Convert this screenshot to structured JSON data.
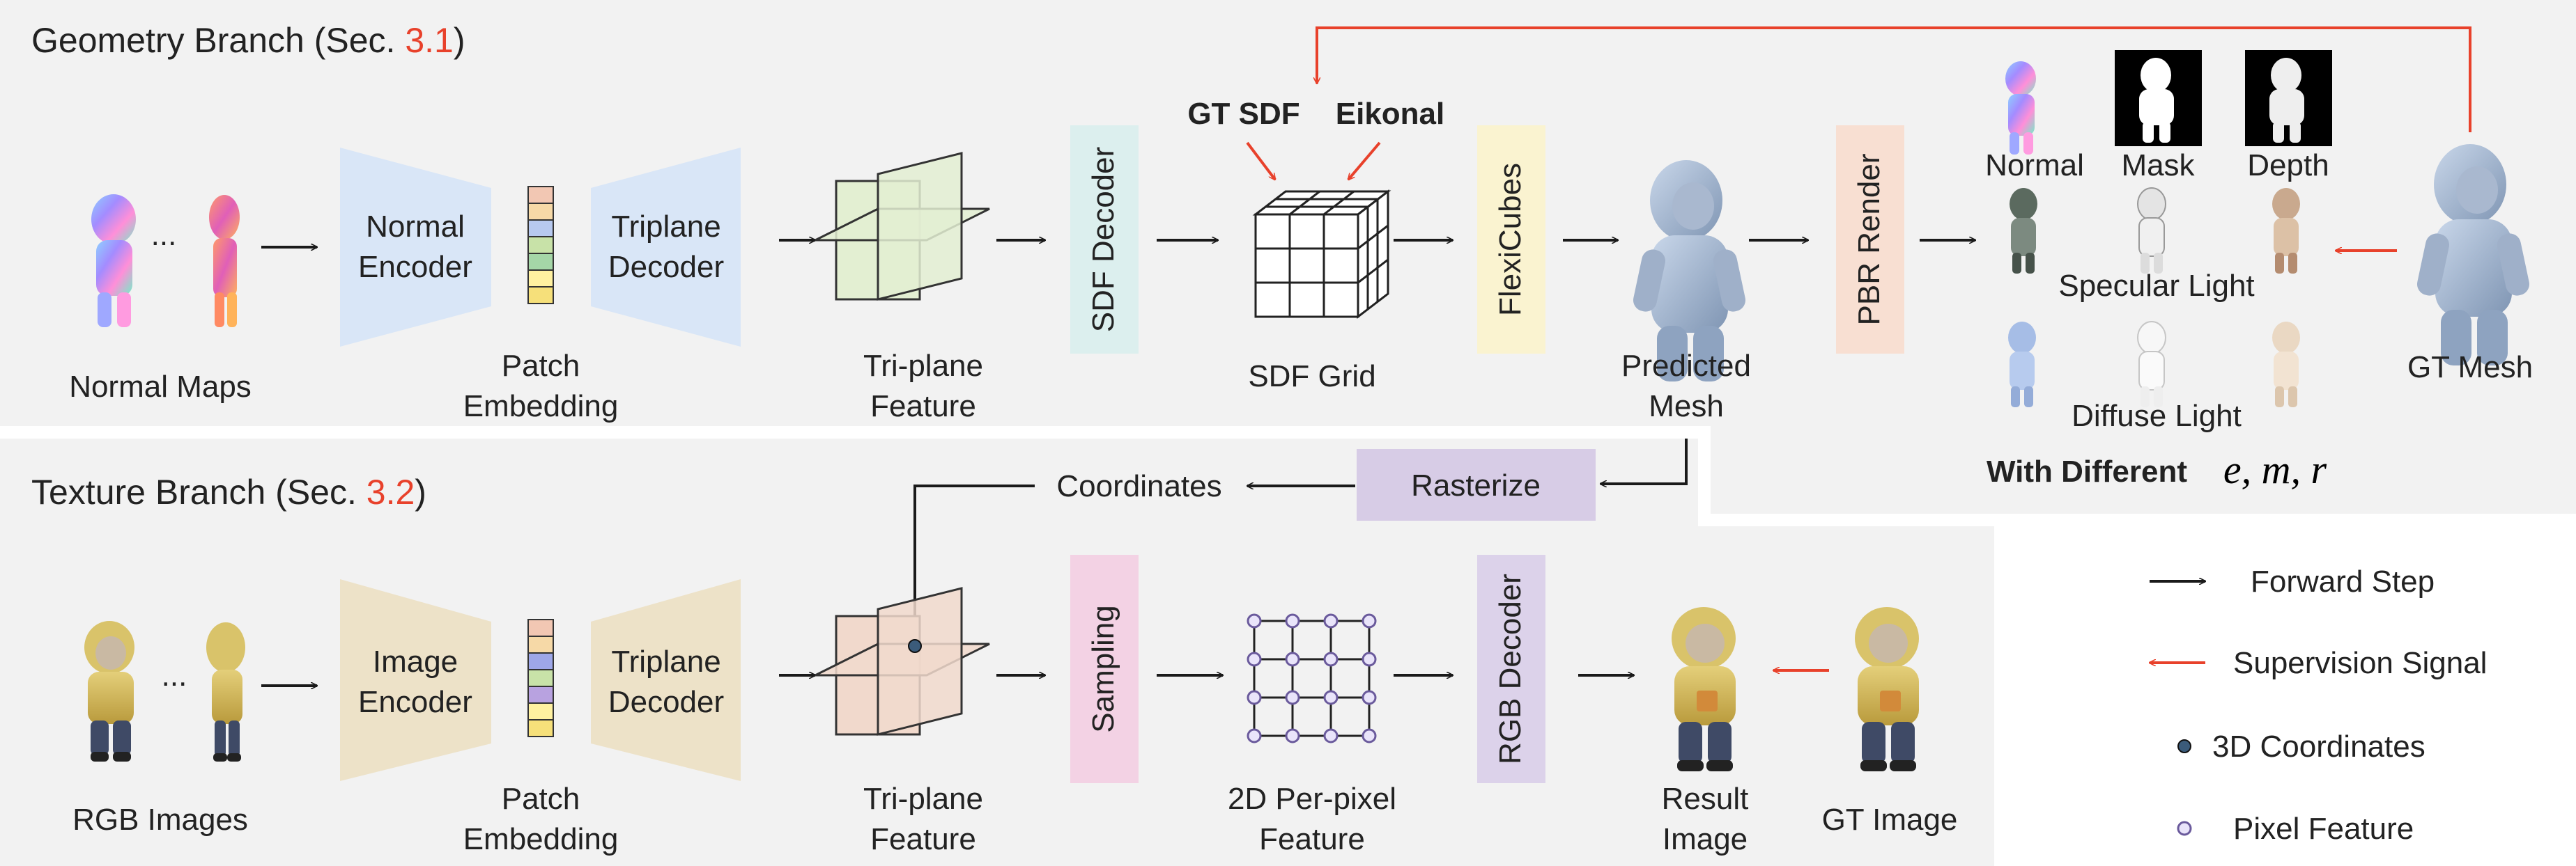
{
  "colors": {
    "panel": "#f2f2f2",
    "forward": "#1a1a1a",
    "supervision": "#e8412b",
    "normal_encoder": "#d9e6f7",
    "image_encoder": "#ede2c8",
    "triplane_geo": "#e3efd2",
    "triplane_tex": "#f1d9cc",
    "sdf_decoder": "#dcefee",
    "flexicubes": "#faf3d0",
    "pbr_render": "#f8dfd2",
    "rasterize": "#d7cce6",
    "sampling": "#f3d2e4",
    "rgb_decoder": "#dcd2ea",
    "ref_red": "#e8412b"
  },
  "geometry": {
    "title": "Geometry Branch (Sec. ",
    "title_ref": "3.1",
    "title_end": ")",
    "input_ellipsis": "...",
    "input_label": "Normal Maps",
    "encoder_line1": "Normal",
    "encoder_line2": "Encoder",
    "patch_line1": "Patch",
    "patch_line2": "Embedding",
    "decoder_line1": "Triplane",
    "decoder_line2": "Decoder",
    "triplane_line1": "Tri-plane",
    "triplane_line2": "Feature",
    "sdf_decoder": "SDF Decoder",
    "gt_sdf": "GT SDF",
    "eikonal": "Eikonal",
    "sdf_grid": "SDF Grid",
    "flexicubes": "FlexiCubes",
    "pred_line1": "Predicted",
    "pred_line2": "Mesh",
    "pbr": "PBR Render",
    "normal": "Normal",
    "mask": "Mask",
    "depth": "Depth",
    "specular": "Specular Light",
    "diffuse": "Diffuse Light",
    "with_different": "With Different",
    "params": "e, m, r",
    "gt_mesh": "GT Mesh"
  },
  "texture": {
    "title": "Texture Branch (Sec. ",
    "title_ref": "3.2",
    "title_end": ")",
    "rasterize": "Rasterize",
    "coordinates": "Coordinates",
    "input_ellipsis": "...",
    "input_label": "RGB Images",
    "encoder_line1": "Image",
    "encoder_line2": "Encoder",
    "patch_line1": "Patch",
    "patch_line2": "Embedding",
    "decoder_line1": "Triplane",
    "decoder_line2": "Decoder",
    "triplane_line1": "Tri-plane",
    "triplane_line2": "Feature",
    "sampling": "Sampling",
    "perpixel_line1": "2D Per-pixel",
    "perpixel_line2": "Feature",
    "rgb_decoder": "RGB Decoder",
    "result_line1": "Result",
    "result_line2": "Image",
    "gt_image": "GT Image"
  },
  "legend": {
    "forward": "Forward Step",
    "supervision": "Supervision Signal",
    "coords3d": "3D Coordinates",
    "pixel": "Pixel Feature"
  }
}
